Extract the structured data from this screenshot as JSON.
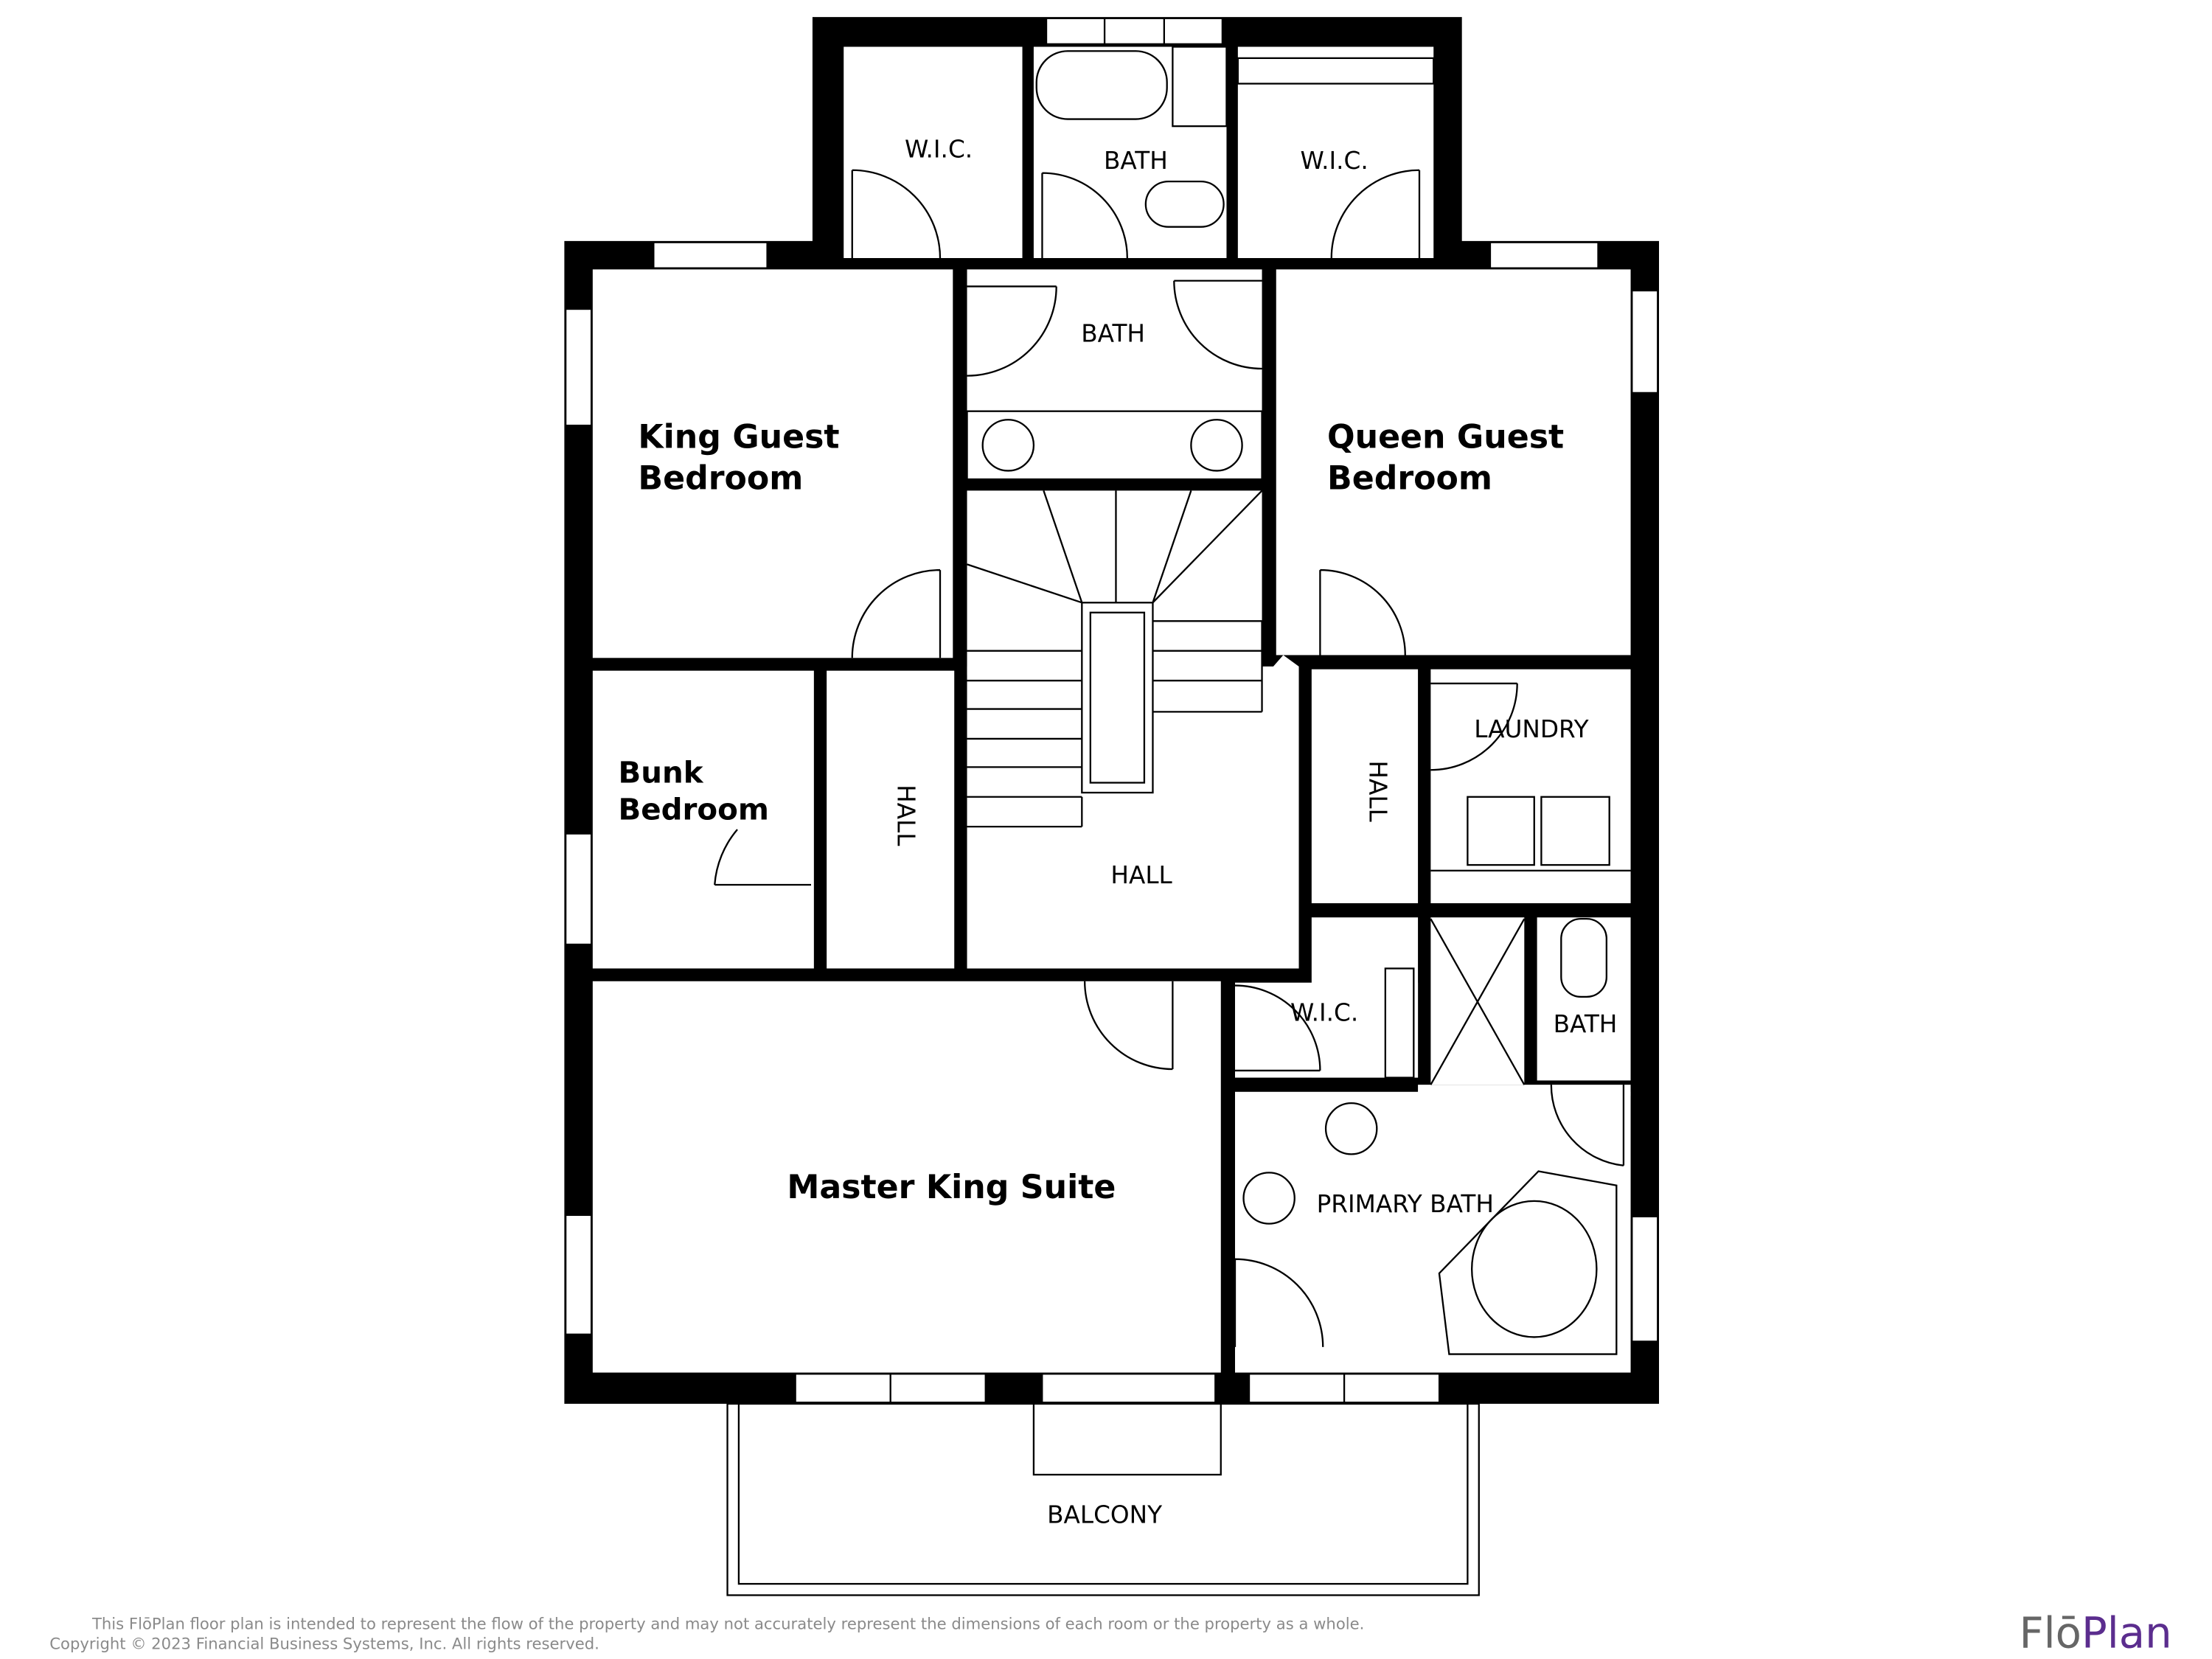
{
  "rooms": {
    "wic_left": "W.I.C.",
    "bath_top": "BATH",
    "wic_right": "W.I.C.",
    "bath_mid": "BATH",
    "king_line1": "King Guest",
    "king_line2": "Bedroom",
    "queen_line1": "Queen Guest",
    "queen_line2": "Bedroom",
    "bunk_line1": "Bunk",
    "bunk_line2": "Bedroom",
    "hall_left": "HALL",
    "hall_center": "HALL",
    "hall_right": "HALL",
    "laundry": "LAUNDRY",
    "wic_lower": "W.I.C.",
    "bath_small": "BATH",
    "master": "Master King Suite",
    "primary_bath": "PRIMARY BATH",
    "balcony": "BALCONY"
  },
  "footer": {
    "disclaimer": "This FlōPlan floor plan is intended to represent the flow of the property and may not accurately represent the dimensions of each room or the property as a whole.",
    "copyright": "Copyright © 2023 Financial Business Systems, Inc. All rights reserved."
  },
  "logo": {
    "part1": "Flō",
    "part2": "Plan",
    "color_part1": "#666666",
    "color_part2": "#5b2d8e"
  }
}
